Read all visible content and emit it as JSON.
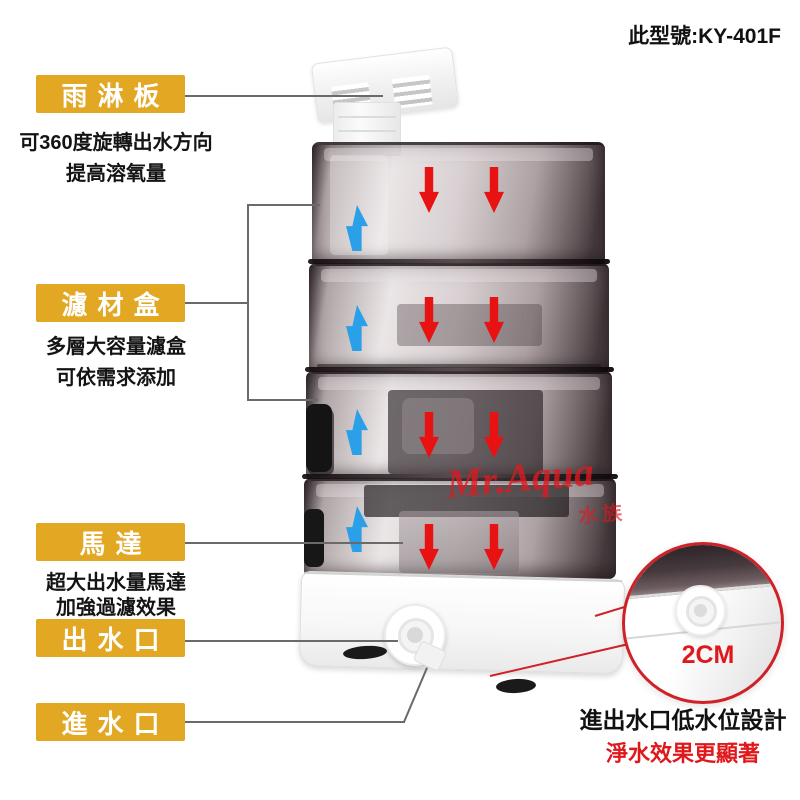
{
  "header": {
    "model_label": "此型號:KY-401F"
  },
  "annotations": {
    "rain_plate": {
      "title": "雨淋板",
      "desc1": "可360度旋轉出水方向",
      "desc2": "提高溶氧量"
    },
    "filter_box": {
      "title": "濾材盒",
      "desc1": "多層大容量濾盒",
      "desc2": "可依需求添加"
    },
    "motor": {
      "title": "馬達",
      "desc1": "超大出水量馬達",
      "desc2": "加強過濾效果"
    },
    "outlet": {
      "title": "出水口"
    },
    "inlet": {
      "title": "進水口"
    }
  },
  "magnifier": {
    "measurement": "2CM"
  },
  "footer": {
    "caption1": "進出水口低水位設計",
    "caption2": "淨水效果更顯著"
  },
  "watermark": {
    "brand": "Mr.Aqua",
    "subtext": "水族"
  },
  "colors": {
    "label_bg": "#E2A723",
    "label_text": "#FFFFFF",
    "text_dark": "#111111",
    "arrow_red": "#E81212",
    "arrow_blue": "#2BA0E8",
    "accent_red": "#D8201F",
    "leader_line": "#6A6A6A",
    "watermark_red": "#DE1A20"
  }
}
